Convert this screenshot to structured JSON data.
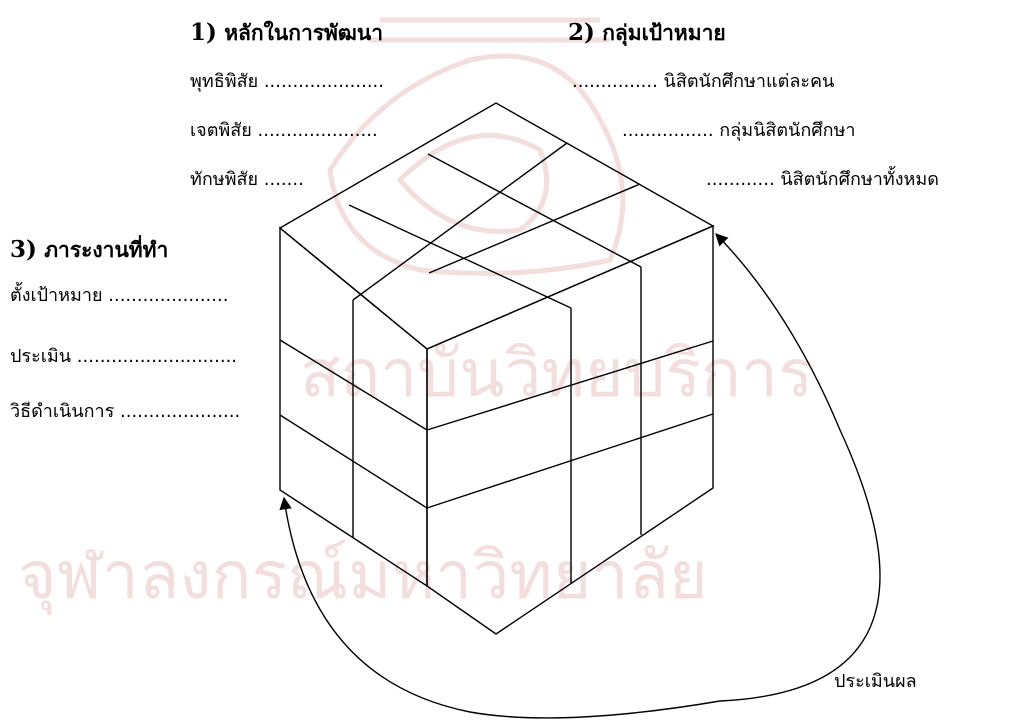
{
  "watermark": {
    "line1": "สถาบันวิทยบริการ",
    "line2": "จุฬาลงกรณ์มหาวิทยาลัย",
    "color": "#f3dede"
  },
  "heading1": {
    "num": "1)",
    "text": "หลักในการพัฒนา"
  },
  "heading2": {
    "num": "2)",
    "text": "กลุ่มเป้าหมาย"
  },
  "heading3": {
    "num": "3)",
    "text": "ภาระงานที่ทำ"
  },
  "principles": [
    "พุทธิพิสัย .....................",
    "เจตพิสัย .....................",
    "ทักษพิสัย ......."
  ],
  "targets": [
    "............... นิสิตนักศึกษาแต่ละคน",
    "................ กลุ่มนิสิตนักศึกษา",
    "............ นิสิตนักศึกษาทั้งหมด"
  ],
  "tasks": [
    "ตั้งเป้าหมาย .....................",
    "ประเมิน ............................",
    "วิธีดำเนินการ ....................."
  ],
  "evaluate_label": "ประเมินผล",
  "line_color": "#000000"
}
